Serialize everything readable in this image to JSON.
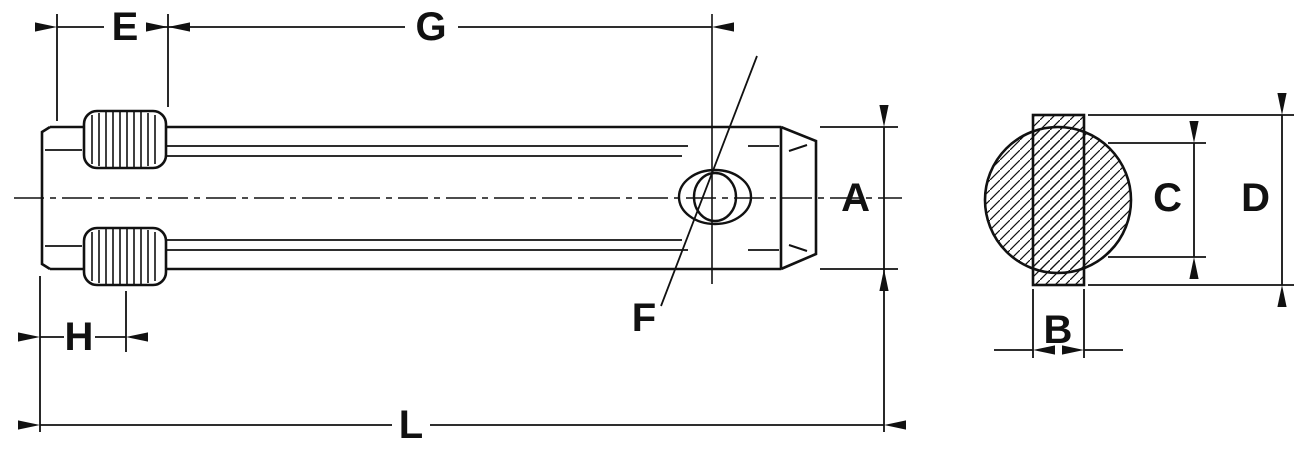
{
  "figure": {
    "kind": "technical dimension drawing",
    "subject": "cross pin with knurled grip collars, cross-hole, and sectional view",
    "ink_color": "#111111",
    "background_color": "#ffffff"
  },
  "labels": {
    "E": "E",
    "G": "G",
    "A": "A",
    "H": "H",
    "F": "F",
    "L": "L",
    "B": "B",
    "C": "C",
    "D": "D"
  }
}
